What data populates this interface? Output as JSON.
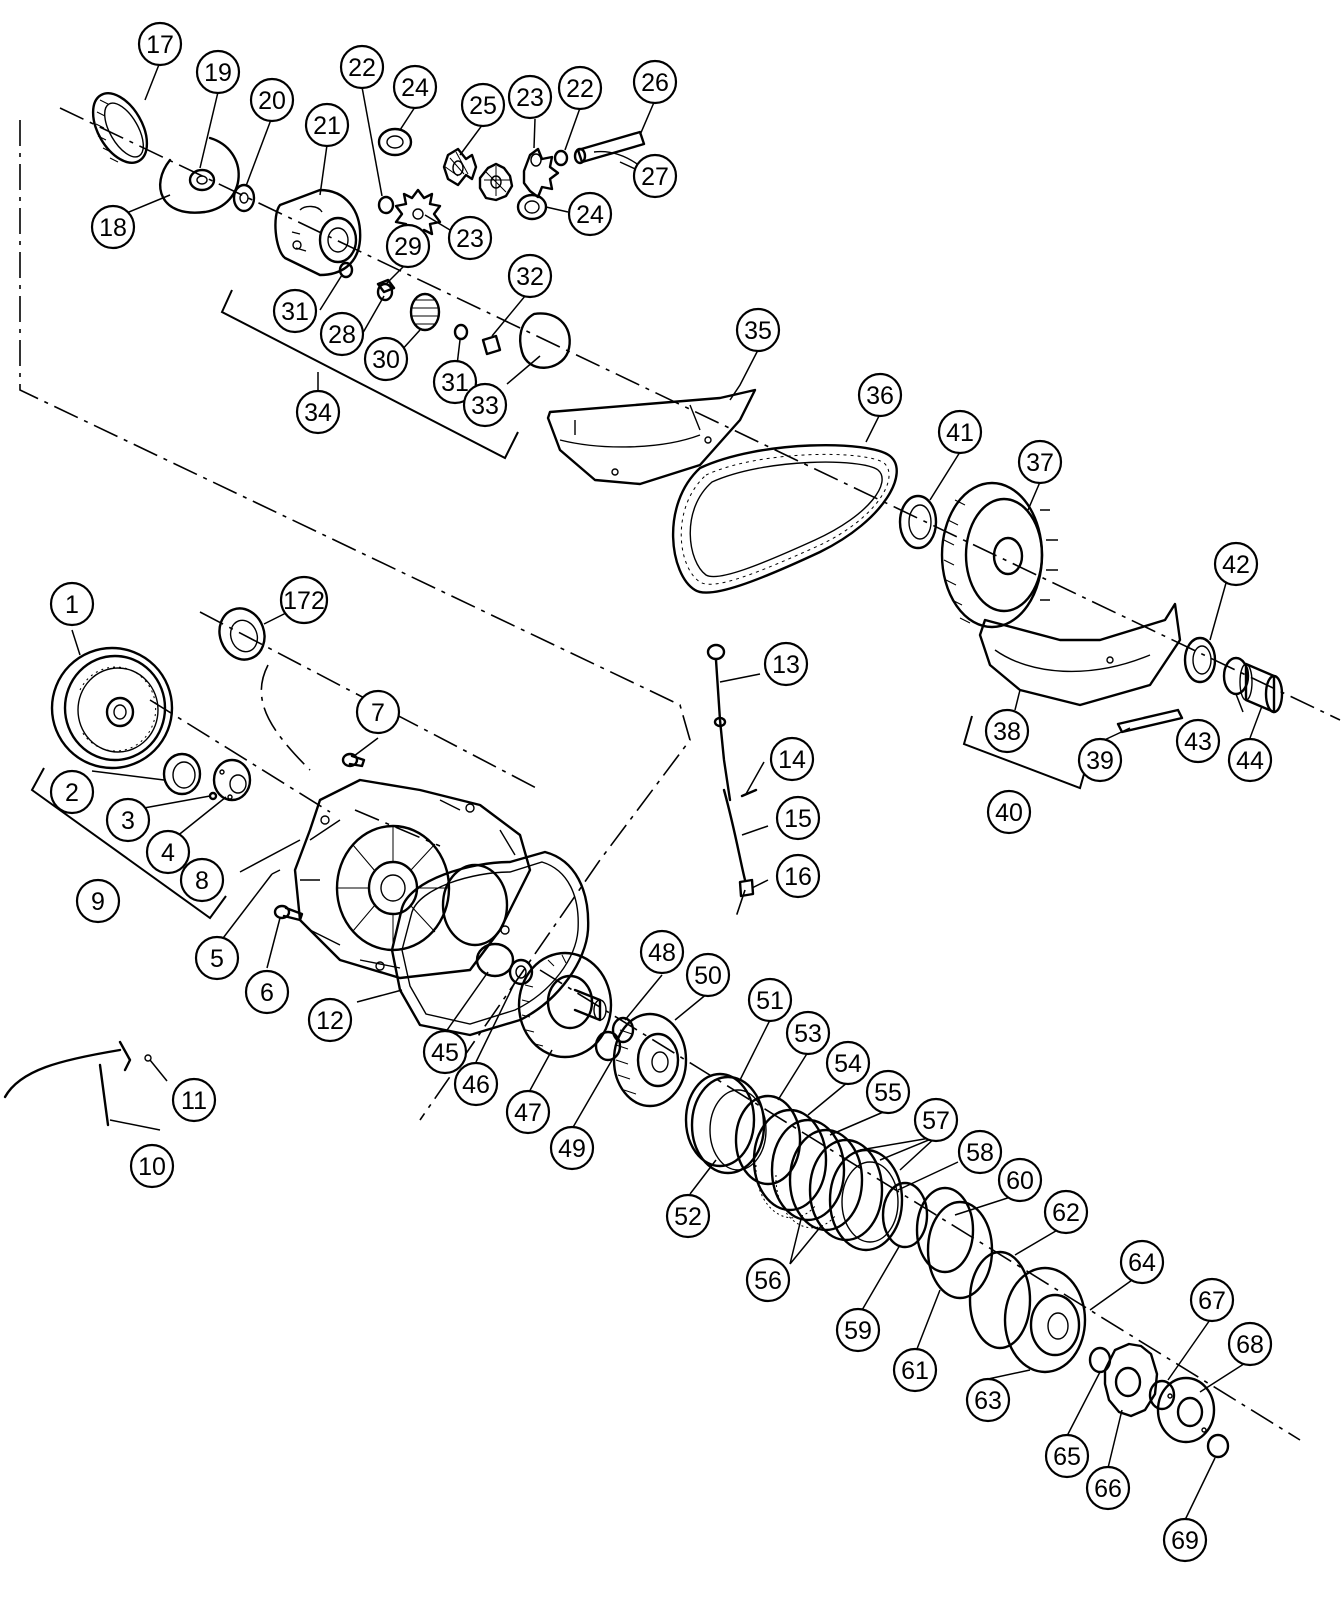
{
  "diagram": {
    "callouts": [
      "1",
      "2",
      "3",
      "4",
      "5",
      "6",
      "7",
      "8",
      "9",
      "10",
      "11",
      "12",
      "13",
      "14",
      "15",
      "16",
      "17",
      "18",
      "19",
      "20",
      "21",
      "22",
      "22",
      "23",
      "23",
      "24",
      "24",
      "25",
      "26",
      "27",
      "28",
      "29",
      "30",
      "31",
      "31",
      "32",
      "33",
      "34",
      "35",
      "36",
      "37",
      "38",
      "39",
      "40",
      "41",
      "42",
      "43",
      "44",
      "45",
      "46",
      "47",
      "48",
      "49",
      "50",
      "51",
      "52",
      "53",
      "54",
      "55",
      "56",
      "57",
      "58",
      "59",
      "60",
      "61",
      "62",
      "63",
      "64",
      "65",
      "66",
      "67",
      "68",
      "69",
      "172"
    ]
  }
}
